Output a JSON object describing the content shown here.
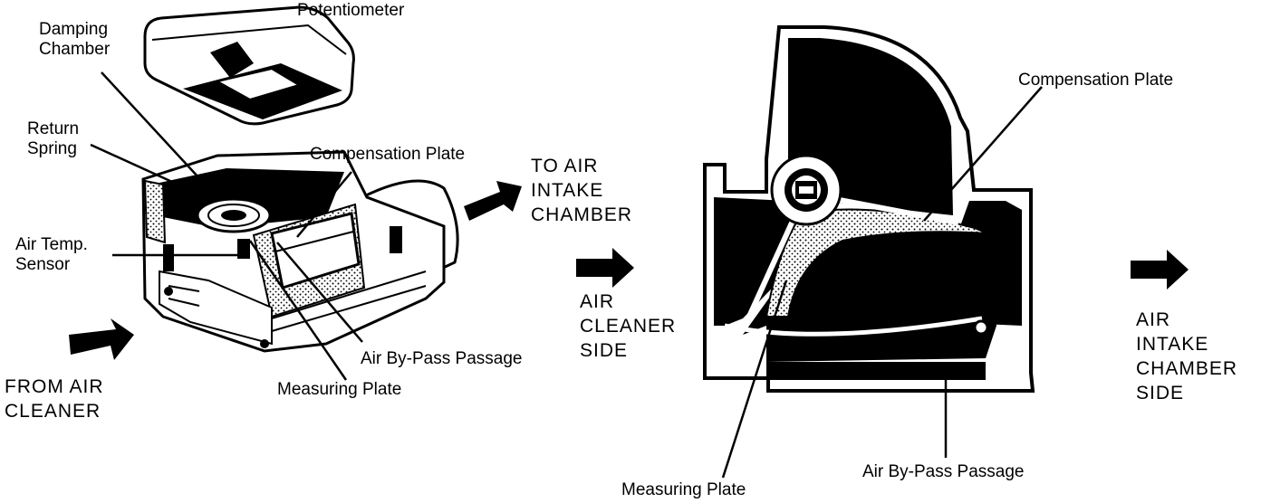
{
  "colors": {
    "ink": "#000000",
    "paper": "#ffffff",
    "shade": "#9a9a9a"
  },
  "left_diagram": {
    "potentiometer": "Potentiometer",
    "damping_chamber": [
      "Damping",
      "Chamber"
    ],
    "return_spring": [
      "Return",
      "Spring"
    ],
    "air_temp_sensor": [
      "Air Temp.",
      "Sensor"
    ],
    "compensation_plate": "Compensation Plate",
    "air_bypass_passage": "Air By-Pass Passage",
    "measuring_plate": "Measuring Plate",
    "from_air_cleaner": [
      "FROM AIR",
      "CLEANER"
    ],
    "to_air_intake_chamber": [
      "TO AIR",
      "INTAKE",
      "CHAMBER"
    ]
  },
  "right_diagram": {
    "compensation_plate": "Compensation Plate",
    "air_cleaner_side": [
      "AIR",
      "CLEANER",
      "SIDE"
    ],
    "air_intake_chamber_side": [
      "AIR",
      "INTAKE",
      "CHAMBER",
      "SIDE"
    ],
    "measuring_plate": "Measuring Plate",
    "air_bypass_passage": "Air By-Pass Passage"
  },
  "icons": [
    "flow-arrow-icon"
  ]
}
